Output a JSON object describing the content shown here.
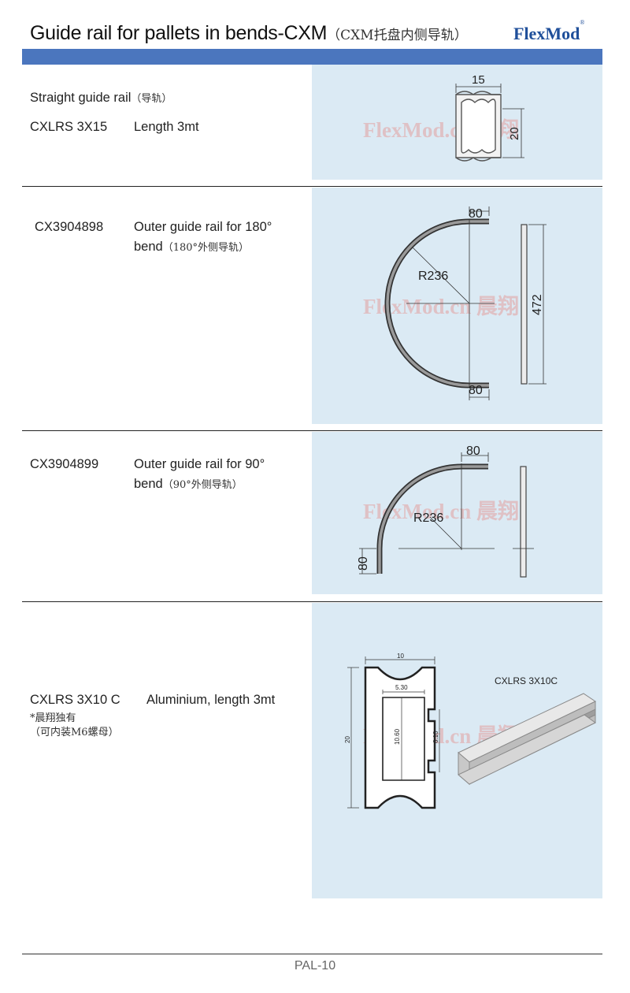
{
  "header": {
    "title": "Guide rail for pallets in bends-CXM",
    "title_cn": "（CXM托盘内侧导轨）",
    "brand": "FlexMod",
    "brand_mark": "®",
    "band_color": "#4b76be"
  },
  "watermark": "FlexMod.cn 晨翔",
  "rows": [
    {
      "label": "Straight guide rail",
      "label_cn": "（导轨）",
      "code": "CXLRS 3X15",
      "desc": "Length 3mt",
      "dims": {
        "width": "15",
        "height": "20"
      }
    },
    {
      "code": "CX3904898",
      "desc": "Outer guide rail for 180°",
      "desc2": "bend",
      "desc2_cn": "（180°外侧导轨）",
      "dims": {
        "top": "80",
        "radius": "R236",
        "length": "472",
        "bottom": "80"
      }
    },
    {
      "code": "CX3904899",
      "desc": "Outer guide rail for 90°",
      "desc2": "bend",
      "desc2_cn": "（90°外侧导轨）",
      "dims": {
        "top": "80",
        "radius": "R236",
        "side": "80"
      }
    },
    {
      "code": "CXLRS 3X10 C",
      "desc": "Aluminium, length 3mt",
      "note1": "*晨翔独有",
      "note2": "（可内装M6螺母）",
      "dims": {
        "width": "10",
        "height": "20",
        "slot_width": "5.30",
        "slot_height": "10.60",
        "opening": "6.10"
      },
      "product_label": "CXLRS 3X10C"
    }
  ],
  "footer": {
    "page": "PAL-10"
  },
  "colors": {
    "panel": "#dbeaf4",
    "rule": "#222222"
  }
}
